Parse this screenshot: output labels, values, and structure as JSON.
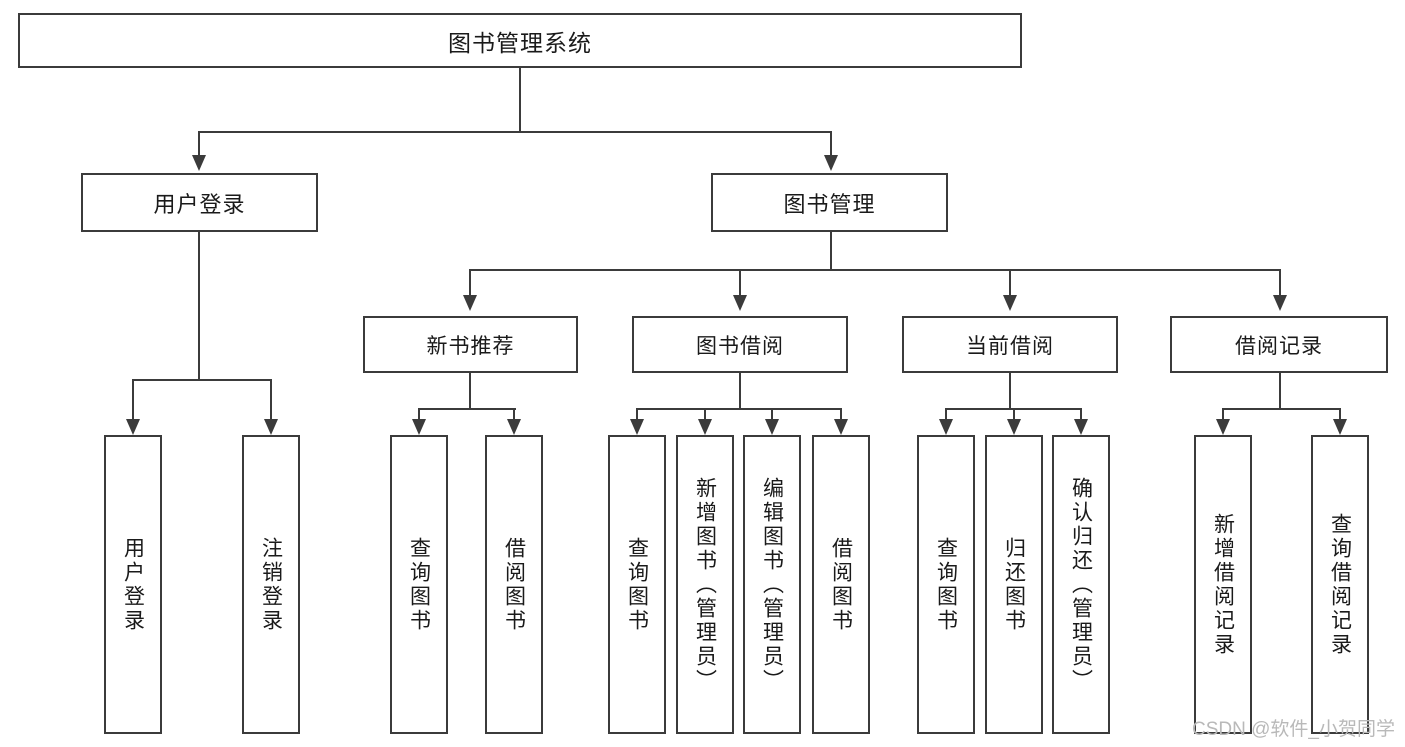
{
  "diagram": {
    "title": "图书管理系统",
    "type": "hierarchy-tree",
    "root": {
      "label": "图书管理系统"
    },
    "level2": [
      {
        "label": "用户登录"
      },
      {
        "label": "图书管理"
      }
    ],
    "level3": [
      {
        "label": "新书推荐"
      },
      {
        "label": "图书借阅"
      },
      {
        "label": "当前借阅"
      },
      {
        "label": "借阅记录"
      }
    ],
    "leaves": {
      "user_login": [
        {
          "label": "用户登录"
        },
        {
          "label": "注销登录"
        }
      ],
      "new_book_recommend": [
        {
          "label": "查询图书"
        },
        {
          "label": "借阅图书"
        }
      ],
      "book_borrow": [
        {
          "label": "查询图书"
        },
        {
          "label": "新增图书（管理员）"
        },
        {
          "label": "编辑图书（管理员）"
        },
        {
          "label": "借阅图书"
        }
      ],
      "current_borrow": [
        {
          "label": "查询图书"
        },
        {
          "label": "归还图书"
        },
        {
          "label": "确认归还（管理员）"
        }
      ],
      "borrow_record": [
        {
          "label": "新增借阅记录"
        },
        {
          "label": "查询借阅记录"
        }
      ]
    }
  },
  "watermark": {
    "text": "CSDN @软件_小贺同学"
  },
  "colors": {
    "border": "#3b3b3b",
    "background": "#ffffff",
    "text": "#1a1a1a",
    "watermark": "#b9b9b9"
  }
}
